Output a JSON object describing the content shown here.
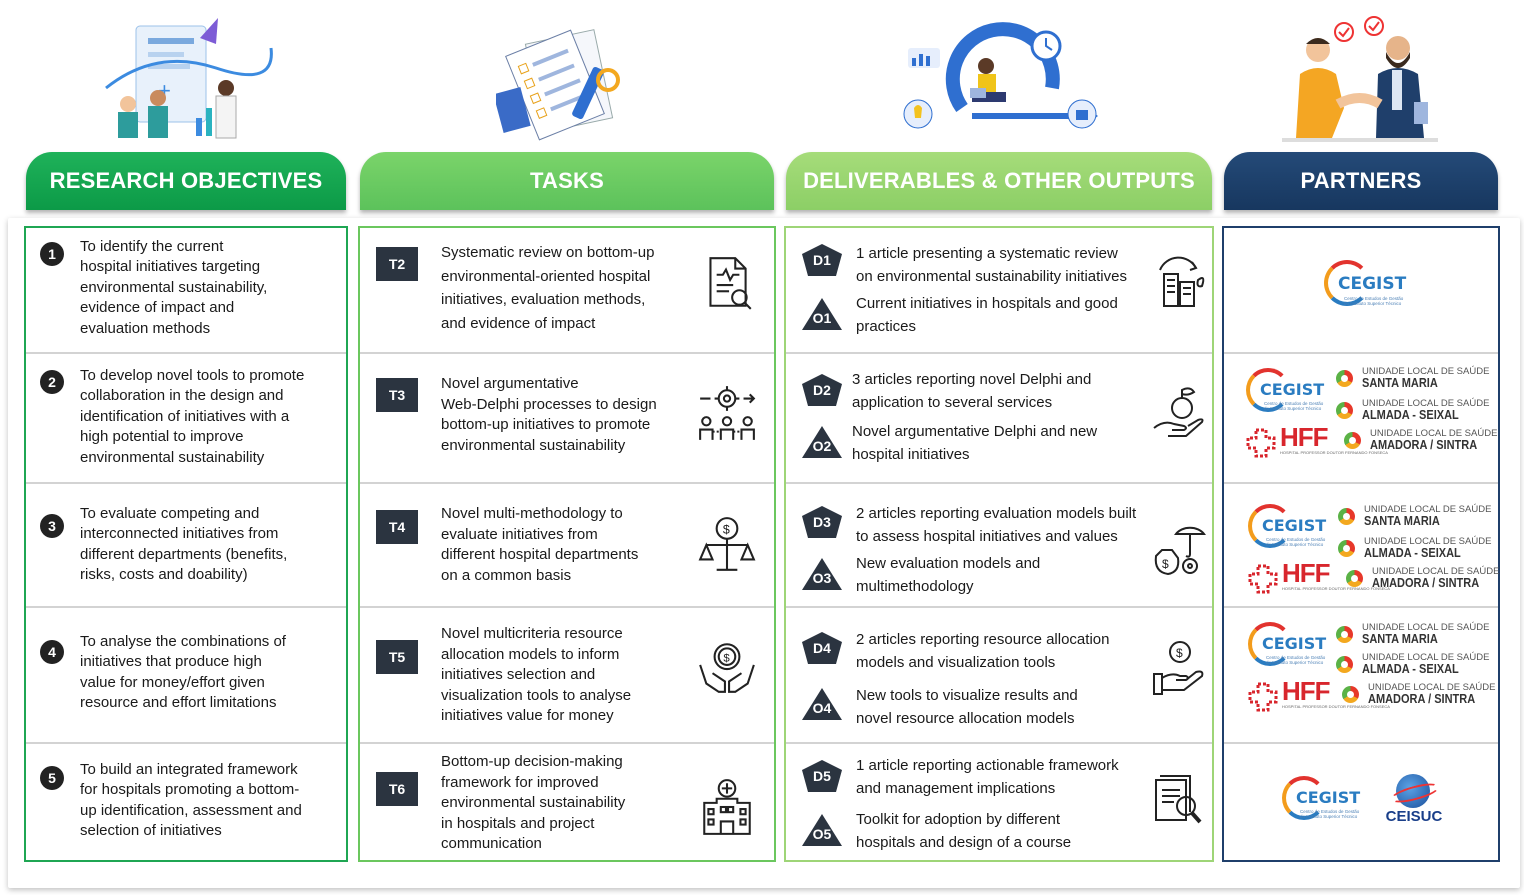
{
  "headers": {
    "objectives": "RESEARCH OBJECTIVES",
    "tasks": "TASKS",
    "deliverables": "DELIVERABLES & OTHER OUTPUTS",
    "partners": "PARTNERS"
  },
  "objectives": [
    {
      "num": "1",
      "lines": [
        "To identify the current",
        "hospital initiatives targeting",
        "environmental sustainability,",
        "evidence of impact and",
        "evaluation methods"
      ]
    },
    {
      "num": "2",
      "lines": [
        "To develop novel tools to promote",
        "collaboration in the design and",
        "identification of initiatives with a",
        "high potential to improve",
        "environmental sustainability"
      ]
    },
    {
      "num": "3",
      "lines": [
        "To evaluate competing and",
        "interconnected initiatives from",
        "different departments  (benefits,",
        "risks, costs and doability)"
      ]
    },
    {
      "num": "4",
      "lines": [
        "To analyse the combinations of",
        "initiatives that produce high",
        "value for money/effort  given",
        "resource and effort limitations"
      ]
    },
    {
      "num": "5",
      "lines": [
        "To build an integrated framework",
        "for hospitals promoting a bottom-",
        "up identification, assessment and",
        "selection of initiatives"
      ]
    }
  ],
  "tasks": [
    {
      "code": "T2",
      "icon": "document-search-icon",
      "lines": [
        "Systematic review on bottom-up",
        "environmental-oriented hospital",
        "initiatives, evaluation methods,",
        "and evidence of impact"
      ]
    },
    {
      "code": "T3",
      "icon": "gear-people-icon",
      "lines": [
        "Novel argumentative",
        "Web-Delphi processes to design",
        "bottom-up  initiatives to promote",
        "environmental sustainability"
      ]
    },
    {
      "code": "T4",
      "icon": "money-scale-icon",
      "lines": [
        "Novel multi-methodology to",
        "evaluate initiatives from",
        "different hospital departments",
        "on a common basis"
      ]
    },
    {
      "code": "T5",
      "icon": "money-hands-icon",
      "lines": [
        "Novel multicriteria resource",
        "allocation models to inform",
        "initiatives selection and",
        "visualization tools to analyse",
        "initiatives value for money"
      ]
    },
    {
      "code": "T6",
      "icon": "hospital-icon",
      "lines": [
        "Bottom-up  decision-making",
        "framework for improved",
        "environmental sustainability",
        "in hospitals and project",
        "communication"
      ]
    }
  ],
  "deliverables": [
    {
      "d": "D1",
      "o": "O1",
      "icon": "green-building-icon",
      "d_lines": [
        "1 article presenting a systematic review",
        "on environmental sustainability initiatives"
      ],
      "o_lines": [
        "Current initiatives in hospitals and good",
        "practices"
      ]
    },
    {
      "d": "D2",
      "o": "O2",
      "icon": "plant-hand-icon",
      "d_lines": [
        "3 articles reporting novel Delphi and",
        "application to several services"
      ],
      "o_lines": [
        "Novel argumentative Delphi and new",
        "hospital initiatives"
      ]
    },
    {
      "d": "D3",
      "o": "O3",
      "icon": "risk-umbrella-icon",
      "d_lines": [
        "2 articles reporting evaluation models built",
        "to assess hospital initiatives and values"
      ],
      "o_lines": [
        "New  evaluation models and",
        "multimethodology"
      ]
    },
    {
      "d": "D4",
      "o": "O4",
      "icon": "coin-hand-icon",
      "d_lines": [
        "2 articles reporting resource allocation",
        "models and visualization tools"
      ],
      "o_lines": [
        "New  tools to visualize results and",
        "novel resource allocation models"
      ]
    },
    {
      "d": "D5",
      "o": "O5",
      "icon": "report-magnifier-icon",
      "d_lines": [
        "1 article reporting actionable framework",
        "and management implications"
      ],
      "o_lines": [
        "Toolkit for adoption by different",
        "hospitals and design of a course"
      ]
    }
  ],
  "partners": {
    "cegist": "CEGIST",
    "cegist_sub": [
      "Centro de Estudos de Gestão",
      "do Instituto Superior Técnico"
    ],
    "uls_prefix": "UNIDADE LOCAL DE SAÚDE",
    "santa_maria": "SANTA MARIA",
    "almada": "ALMADA - SEIXAL",
    "amadora": "AMADORA / SINTRA",
    "hff": "HFF",
    "hff_sub": "HOSPITAL PROFESSOR DOUTOR FERNANDO FONSECA",
    "ceisuc": "CEISUC"
  },
  "colors": {
    "objectives": "#0c9a47",
    "tasks": "#5cc25b",
    "deliverables": "#8ccf66",
    "partners": "#17375f"
  }
}
